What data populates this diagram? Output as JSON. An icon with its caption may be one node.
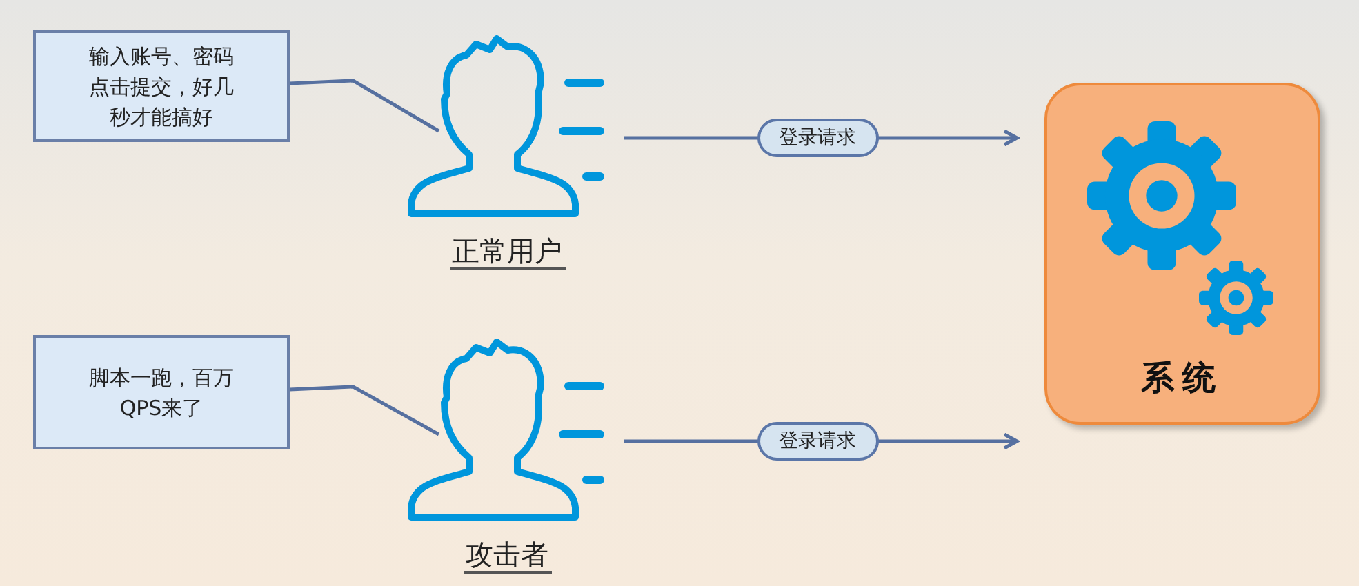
{
  "diagram": {
    "nodes": [
      {
        "text": [
          "输入账号、密码点击提交，好几秒才能搞好"
        ]
      },
      {
        "text": [
          "正常用户"
        ]
      },
      {
        "text": [
          "脚本一跑，百万QPS来了"
        ]
      },
      {
        "text": [
          "攻击者"
        ]
      },
      {
        "text": [
          "系统"
        ]
      }
    ],
    "edges": [
      {
        "from": 0,
        "to": 1,
        "arrow": "none"
      },
      {
        "from": 1,
        "to": 4,
        "arrow": "to",
        "label": "登录请求"
      },
      {
        "from": 2,
        "to": 3,
        "arrow": "none"
      },
      {
        "from": 3,
        "to": 4,
        "arrow": "to",
        "label": "登录请求"
      }
    ]
  }
}
